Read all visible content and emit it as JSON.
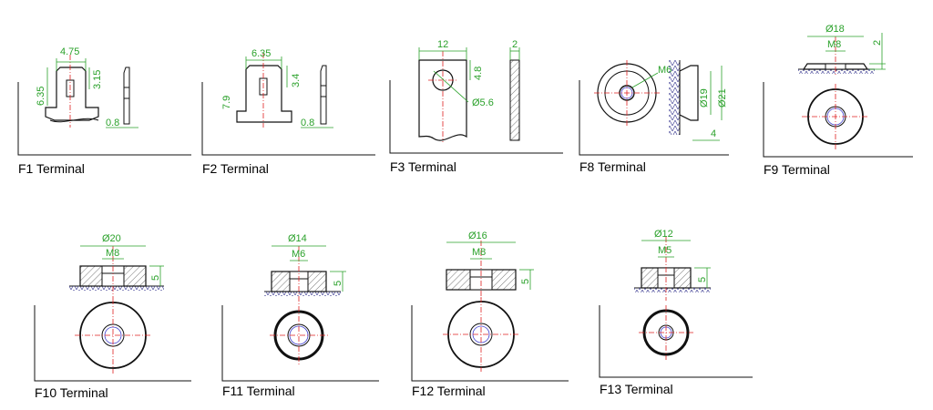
{
  "terminals": [
    {
      "name": "F1 Terminal",
      "dims": [
        "4.75",
        "6.35",
        "3.15",
        "0.8"
      ]
    },
    {
      "name": "F2 Terminal",
      "dims": [
        "6.35",
        "7.9",
        "3.4",
        "0.8"
      ]
    },
    {
      "name": "F3 Terminal",
      "dims": [
        "12",
        "2",
        "4.8",
        "Ø5.6"
      ]
    },
    {
      "name": "F8 Terminal",
      "dims": [
        "M6",
        "Ø19",
        "Ø21",
        "4"
      ]
    },
    {
      "name": "F9 Terminal",
      "dims": [
        "Ø18",
        "M8",
        "2"
      ]
    },
    {
      "name": "F10 Terminal",
      "dims": [
        "Ø20",
        "M8",
        "5"
      ]
    },
    {
      "name": "F11 Terminal",
      "dims": [
        "Ø14",
        "M6",
        "5"
      ]
    },
    {
      "name": "F12 Terminal",
      "dims": [
        "Ø16",
        "M8",
        "5"
      ]
    },
    {
      "name": "F13 Terminal",
      "dims": [
        "Ø12",
        "M5",
        "5"
      ]
    }
  ],
  "colors": {
    "dimension": "#2aa12a",
    "centerline": "#e02020",
    "outline": "#111111",
    "thread": "#4040d0"
  }
}
